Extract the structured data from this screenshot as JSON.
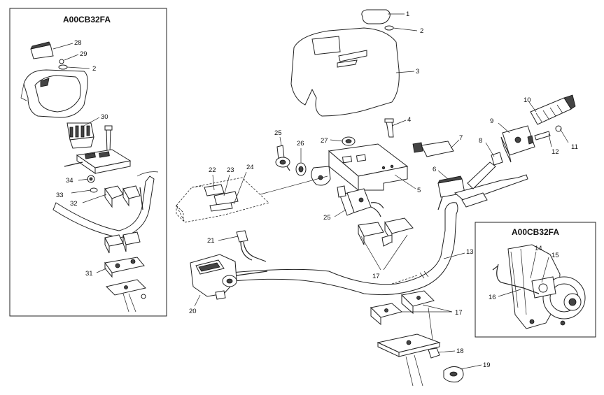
{
  "insets": {
    "left_title": "A00CB32FA",
    "right_title": "A00CB32FA"
  },
  "callouts": {
    "c1": "1",
    "c2": "2",
    "c3": "3",
    "c4": "4",
    "c5": "5",
    "c6": "6",
    "c7": "7",
    "c8": "8",
    "c9": "9",
    "c10": "10",
    "c11": "11",
    "c12": "12",
    "c13": "13",
    "c14": "14",
    "c15": "15",
    "c16": "16",
    "c17a": "17",
    "c17b": "17",
    "c18": "18",
    "c19": "19",
    "c20": "20",
    "c21": "21",
    "c22": "22",
    "c23": "23",
    "c24": "24",
    "c25a": "25",
    "c25b": "25",
    "c26": "26",
    "c27": "27",
    "c28": "28",
    "c29": "29",
    "c2b": "2",
    "c30": "30",
    "c31": "31",
    "c32": "32",
    "c33": "33",
    "c34": "34"
  }
}
